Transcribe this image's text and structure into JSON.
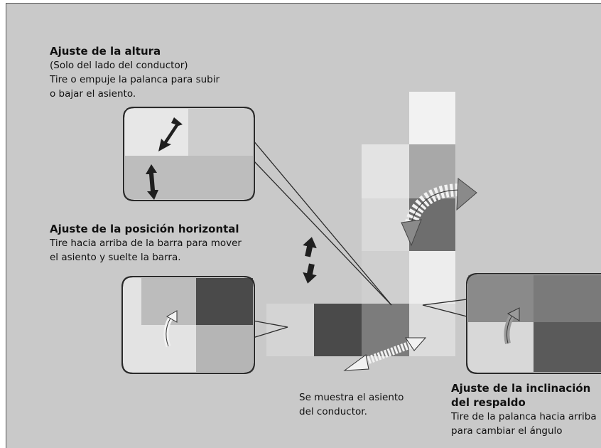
{
  "height_adjust": {
    "title": "Ajuste de la altura",
    "line1": "(Solo del lado del conductor)",
    "line2": "Tire o empuje la palanca para subir",
    "line3": "o bajar el asiento."
  },
  "horizontal_adjust": {
    "title": "Ajuste de la posición horizontal",
    "line1": "Tire hacia arriba de la barra para mover",
    "line2": "el asiento y suelte la barra."
  },
  "driver_seat_caption": {
    "line1": "Se muestra el asiento",
    "line2": "del conductor."
  },
  "recline_adjust": {
    "title_line1": "Ajuste de la inclinación",
    "title_line2": "del respaldo",
    "line1": "Tire de la palanca hacia arriba",
    "line2": "para cambiar el ángulo"
  },
  "colors": {
    "background": "#c9c9c9",
    "callout_border": "#2a2a2a",
    "arrow_dark": "#1f1f1f",
    "arrow_light": "#f2f2f2"
  },
  "icons": [
    "double-arrow-icon",
    "curved-arrow-icon"
  ]
}
